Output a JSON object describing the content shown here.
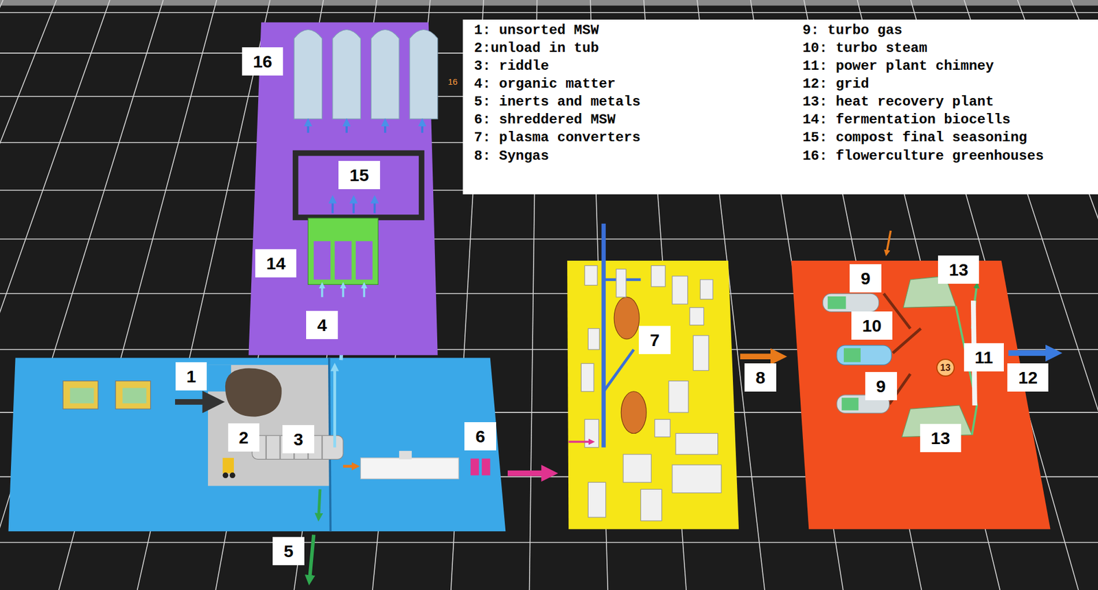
{
  "diagram": {
    "nodes": [
      {
        "text": [
          "16"
        ]
      },
      {
        "text": [
          "15"
        ]
      },
      {
        "text": [
          "14"
        ]
      },
      {
        "text": [
          "4"
        ]
      },
      {
        "text": [
          "1"
        ]
      },
      {
        "text": [
          "2"
        ]
      },
      {
        "text": [
          "3"
        ]
      },
      {
        "text": [
          "6"
        ]
      },
      {
        "text": [
          "5"
        ]
      },
      {
        "text": [
          "7"
        ]
      },
      {
        "text": [
          "8"
        ]
      },
      {
        "text": [
          "9"
        ]
      },
      {
        "text": [
          "13"
        ]
      },
      {
        "text": [
          "10"
        ]
      },
      {
        "text": [
          "13"
        ]
      },
      {
        "text": [
          "11"
        ]
      },
      {
        "text": [
          "12"
        ]
      },
      {
        "text": [
          "9"
        ]
      },
      {
        "text": [
          "13"
        ]
      }
    ],
    "labels": [
      "1: unsorted MSW",
      "2:unload in tub",
      "3: riddle",
      "4: organic matter",
      "5: inerts and metals",
      "6: shreddered MSW",
      "7: plasma converters",
      "8: Syngas",
      "9: turbo gas",
      "10: turbo steam",
      "11: power plant chimney",
      "12: grid",
      "13: heat recovery plant",
      "14: fermentation biocells",
      "15: compost final seasoning",
      "16: flowerculture greenhouses",
      "16"
    ]
  }
}
